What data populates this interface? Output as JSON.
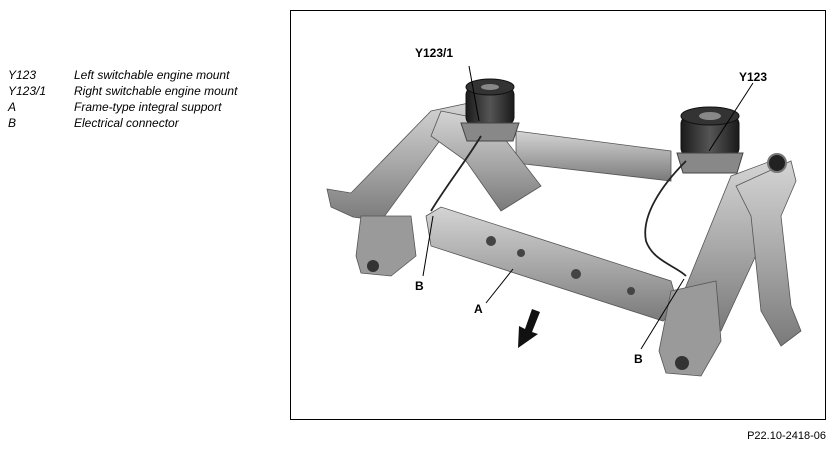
{
  "legend": [
    {
      "code": "Y123",
      "desc": "Left switchable engine mount"
    },
    {
      "code": "Y123/1",
      "desc": "Right switchable engine mount"
    },
    {
      "code": "A",
      "desc": "Frame-type integral support"
    },
    {
      "code": "B",
      "desc": "Electrical connector"
    }
  ],
  "callouts": {
    "y123_1": "Y123/1",
    "y123": "Y123",
    "b_left": "B",
    "a": "A",
    "b_right": "B"
  },
  "figure_ref": "P22.10-2418-06"
}
